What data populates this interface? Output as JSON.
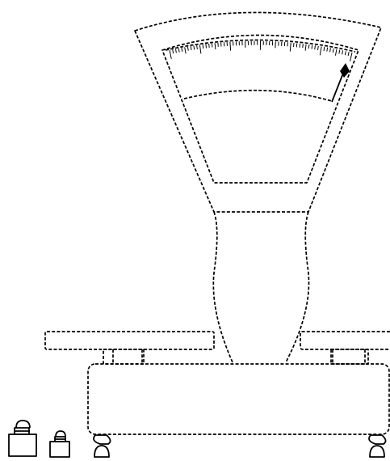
{
  "scene": {
    "description_free": true,
    "object_icon": "mechanical-balance-scale-icon",
    "weight_icon": "weight-icon",
    "weights_count": 2,
    "dial": {
      "ticks_total": 60,
      "needle_fraction": 0.97
    },
    "colors": {
      "stroke": "#000000",
      "background": "#ffffff"
    }
  }
}
